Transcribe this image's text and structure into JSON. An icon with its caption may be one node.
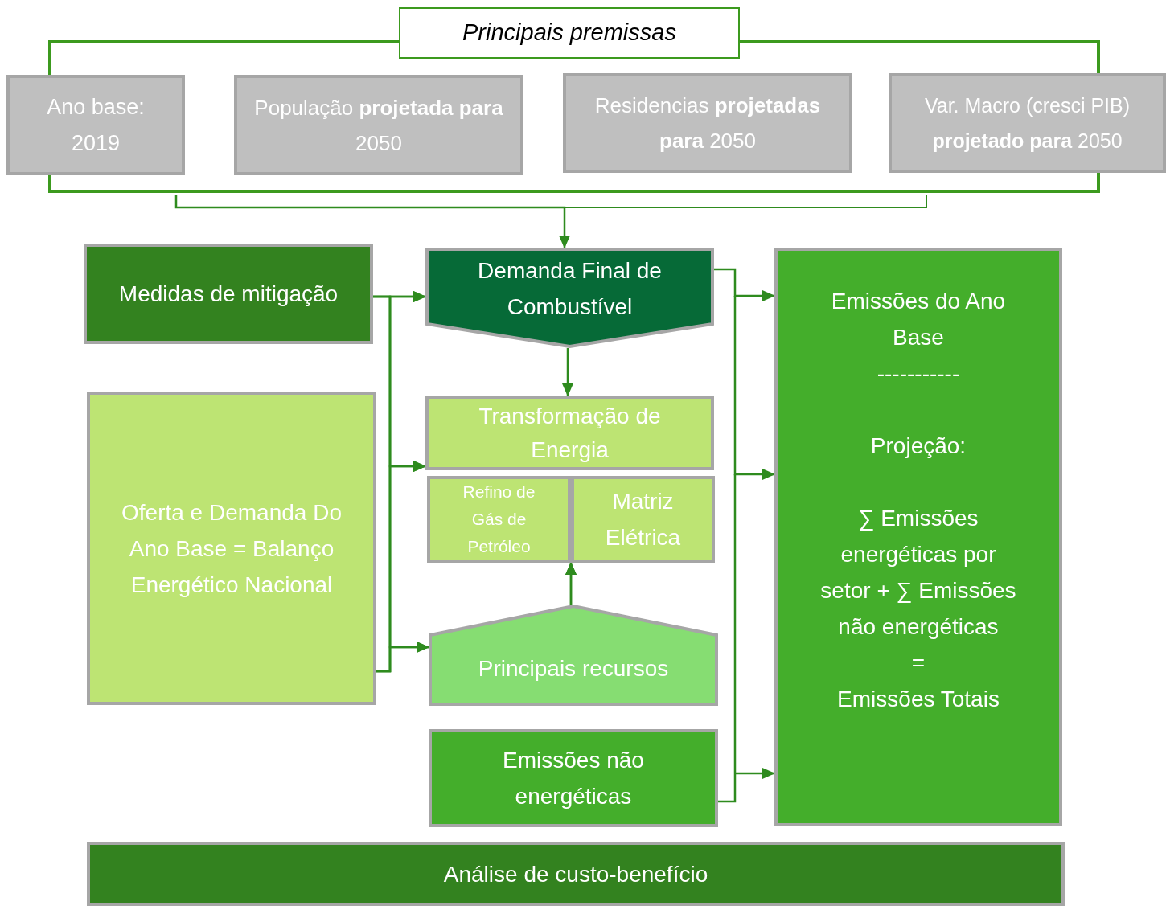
{
  "diagram": {
    "nodes": [
      {
        "text": [
          "Principais premissas"
        ]
      },
      {
        "text": [
          "Ano base: 2019"
        ]
      },
      {
        "text": [
          "População **projetada para** 2050"
        ]
      },
      {
        "text": [
          "Residencias **projetadas para** 2050"
        ]
      },
      {
        "text": [
          "Var. Macro (cresci PIB) **projetado para** 2050"
        ]
      },
      {
        "text": [
          "Medidas de mitigação"
        ]
      },
      {
        "text": [
          "Demanda Final de Combustível"
        ]
      },
      {
        "text": [
          "Oferta e Demanda Do Ano Base = Balanço Energético Nacional"
        ]
      },
      {
        "text": [
          "Transformação de Energia"
        ]
      },
      {
        "text": [
          "Refino de Gás de Petróleo"
        ]
      },
      {
        "text": [
          "Matriz Elétrica"
        ]
      },
      {
        "text": [
          "Principais recursos"
        ]
      },
      {
        "text": [
          "Emissões não energéticas"
        ]
      },
      {
        "text": [
          "Emissões do Ano Base",
          "-----------",
          "Projeção:",
          "∑ Emissões energéticas por setor + ∑ Emissões não energéticas",
          "=",
          "Emissões Totais"
        ]
      },
      {
        "text": [
          "Análise de custo-benefício"
        ]
      }
    ],
    "edges": [
      {
        "from": null,
        "to": 6,
        "arrow": "to"
      },
      {
        "from": 5,
        "to": 6,
        "arrow": "to"
      },
      {
        "from": 5,
        "to": 8,
        "arrow": "to"
      },
      {
        "from": 5,
        "to": 11,
        "arrow": "to"
      },
      {
        "from": 7,
        "to": 6,
        "arrow": "to"
      },
      {
        "from": 7,
        "to": 8,
        "arrow": "to"
      },
      {
        "from": 7,
        "to": 11,
        "arrow": "to"
      },
      {
        "from": 6,
        "to": 8,
        "arrow": "to"
      },
      {
        "from": 11,
        "to": 9,
        "arrow": "to"
      },
      {
        "from": 11,
        "to": 10,
        "arrow": "to"
      },
      {
        "from": 6,
        "to": 13,
        "arrow": "to"
      },
      {
        "from": null,
        "to": 13,
        "arrow": "to"
      },
      {
        "from": 12,
        "to": 13,
        "arrow": "to"
      }
    ]
  }
}
